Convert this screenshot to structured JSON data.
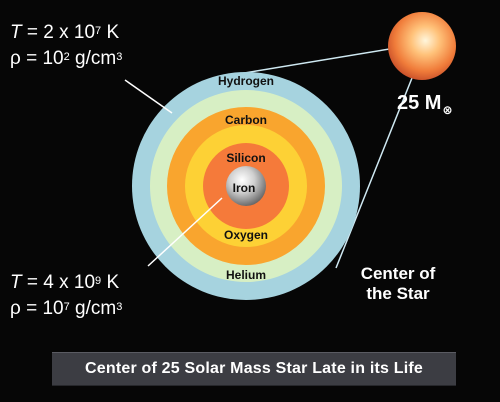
{
  "outer_annotation": {
    "t_symbol": "T",
    "t_value": "= 2 x 10",
    "t_exp": "7",
    "t_unit": "K",
    "rho_symbol": "ρ",
    "rho_value": "= 10",
    "rho_exp": "2",
    "rho_unit": "g/cm",
    "rho_unit_exp": "3"
  },
  "inner_annotation": {
    "t_symbol": "T",
    "t_value": "= 4 x 10",
    "t_exp": "9",
    "t_unit": "K",
    "rho_symbol": "ρ",
    "rho_value": "= 10",
    "rho_exp": "7",
    "rho_unit": "g/cm",
    "rho_unit_exp": "3"
  },
  "star_mass": {
    "value": "25 M",
    "sun_symbol": "⊗"
  },
  "center_label": {
    "line1": "Center of",
    "line2": "the Star"
  },
  "layers": [
    {
      "name": "Hydrogen",
      "color": "#a6d3df"
    },
    {
      "name": "Helium",
      "color": "#d7efc4"
    },
    {
      "name": "Carbon",
      "color": "#f9a52e"
    },
    {
      "name": "Oxygen",
      "color": "#fdd135"
    },
    {
      "name": "Silicon",
      "color": "#f57a3a"
    },
    {
      "name": "Iron",
      "color": "#b8b8b8"
    }
  ],
  "caption": "Center of 25 Solar Mass Star Late in its Life"
}
